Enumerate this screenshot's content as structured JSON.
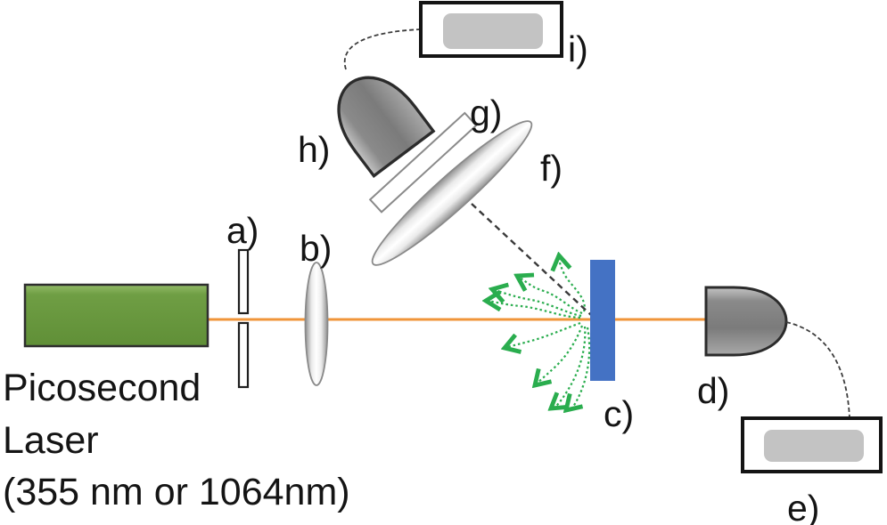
{
  "components": {
    "laser": {
      "caption_lines": [
        "Picosecond",
        "Laser",
        "(355 nm or 1064nm)"
      ]
    },
    "aperture": {
      "label": "a)"
    },
    "lens_focusing": {
      "label": "b)"
    },
    "sample": {
      "label": "c)"
    },
    "detector_forward": {
      "label": "d)"
    },
    "readout_forward": {
      "label": "e)"
    },
    "lens_collection": {
      "label": "f)"
    },
    "filter": {
      "label": "g)"
    },
    "detector_scatter": {
      "label": "h)"
    },
    "readout_scatter": {
      "label": "i)"
    }
  },
  "colors": {
    "laser_green": "#6d9c42",
    "beam_orange": "#f0953a",
    "sample_blue": "#4472c4",
    "detector_gray": "#7f7f7f",
    "scatter_green": "#2aad4e",
    "readout_inner_gray": "#c3c3c3",
    "dashed_pointer": "#3a3a3a"
  }
}
